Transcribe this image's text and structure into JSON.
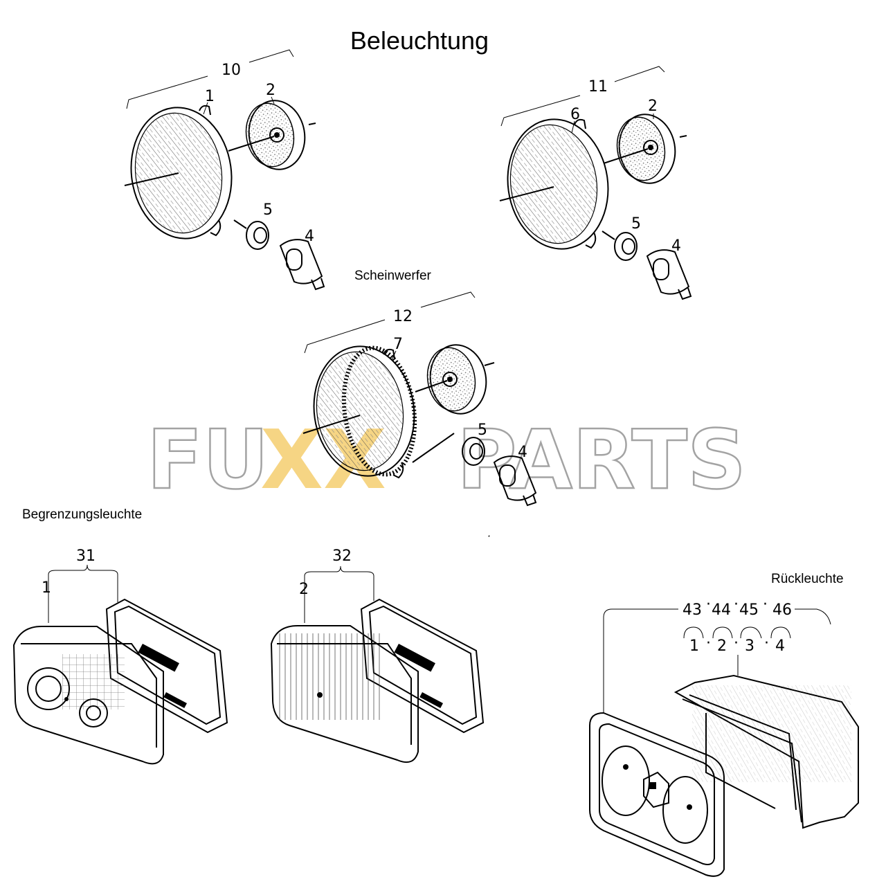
{
  "title": "Beleuchtung",
  "sections": {
    "headlights": "Scheinwerfer",
    "marker_lights": "Begrenzungsleuchte",
    "tail_lights": "Rückleuchte"
  },
  "watermark": {
    "left": "FU",
    "middle": "XX",
    "right": "PARTS",
    "outline_color": "#9a9a9a",
    "accent_color": "#f3c24a"
  },
  "callouts": {
    "assy_10": "10",
    "assy_11": "11",
    "assy_12": "12",
    "assy_31": "31",
    "assy_32": "32",
    "p10_1": "1",
    "p10_2": "2",
    "p10_5": "5",
    "p10_4": "4",
    "p11_6": "6",
    "p11_2": "2",
    "p11_5": "5",
    "p11_4": "4",
    "p12_7": "7",
    "p12_5": "5",
    "p12_4": "4",
    "p31_1": "1",
    "p32_2": "2",
    "r43": "43",
    "r44": "44",
    "r45": "45",
    "r46": "46",
    "r1": "1",
    "r2": "2",
    "r3": "3",
    "r4": "4"
  }
}
